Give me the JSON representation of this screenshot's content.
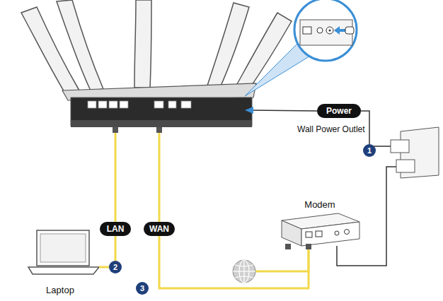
{
  "diagram": {
    "nodes": [
      {
        "text": [
          "Power"
        ]
      },
      {
        "text": [
          "LAN"
        ]
      },
      {
        "text": [
          "WAN"
        ]
      },
      {
        "text": [
          "Modem"
        ]
      },
      {
        "text": [
          "Laptop"
        ]
      }
    ],
    "edges": [
      {
        "from": 1,
        "to": 4,
        "arrow": "none"
      },
      {
        "from": 2,
        "to": 3,
        "arrow": "none"
      }
    ],
    "labels": [
      "Wall Power Outlet",
      "1",
      "2",
      "3"
    ]
  }
}
